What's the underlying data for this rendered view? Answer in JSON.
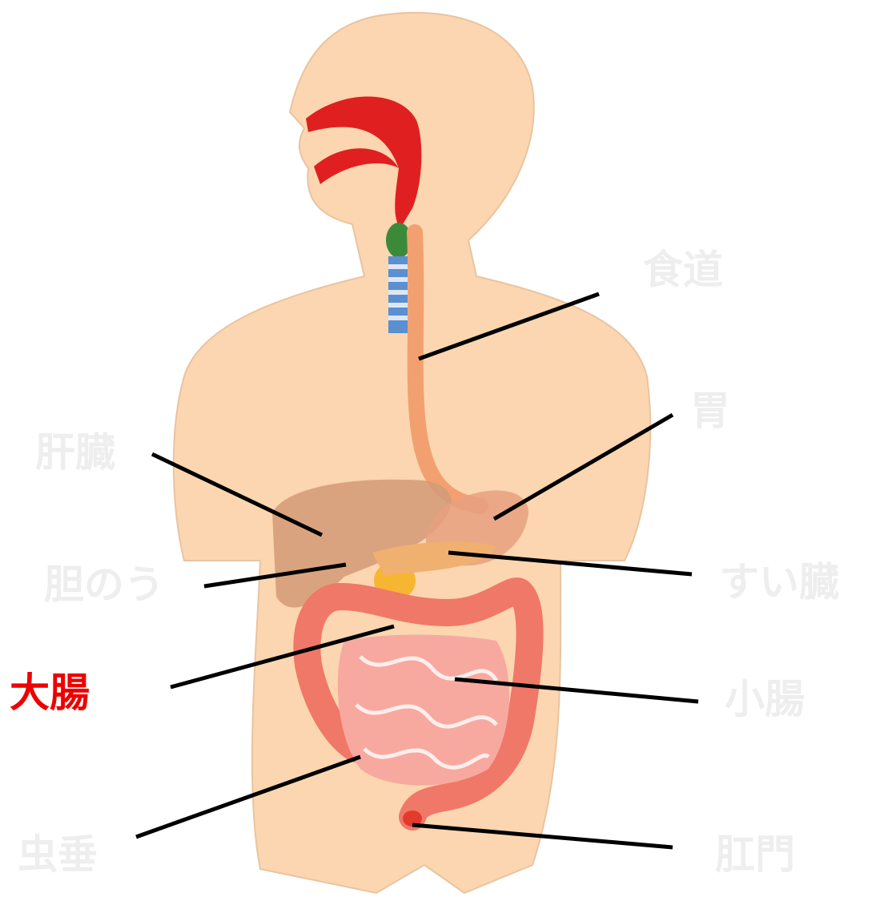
{
  "labels": {
    "esophagus": "食道",
    "stomach": "胃",
    "liver": "肝臓",
    "gallbladder": "胆のう",
    "pancreas": "すい臓",
    "large_intestine": "大腸",
    "small_intestine": "小腸",
    "appendix": "虫垂",
    "anus": "肛門"
  },
  "highlighted_organ": "large_intestine",
  "colors": {
    "highlight_label": "#ee0000",
    "faded_label": "#efeeee",
    "skin": "#fbd6b0",
    "digestive_tract": "#ee3333",
    "intestine": "#f2897f",
    "liver": "#d9a07a",
    "leader_line": "#000000"
  }
}
